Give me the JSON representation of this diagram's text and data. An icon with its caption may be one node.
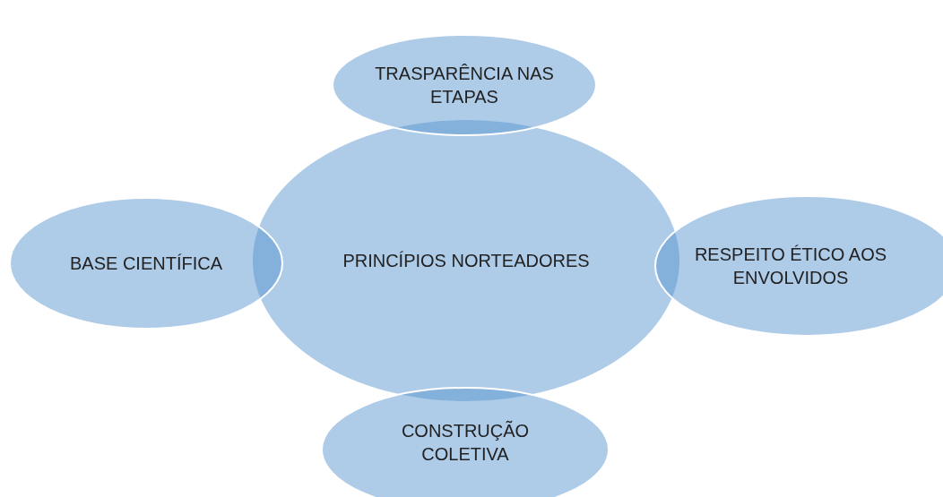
{
  "diagram": {
    "nodes": [
      {
        "text": [
          "TRASPARÊNCIA NAS ETAPAS"
        ]
      },
      {
        "text": [
          "BASE CIENTÍFICA"
        ]
      },
      {
        "text": [
          "PRINCÍPIOS NORTEADORES"
        ]
      },
      {
        "text": [
          "RESPEITO ÉTICO AOS ENVOLVIDOS"
        ]
      },
      {
        "text": [
          "CONSTRUÇÃO COLETIVA"
        ]
      }
    ]
  }
}
